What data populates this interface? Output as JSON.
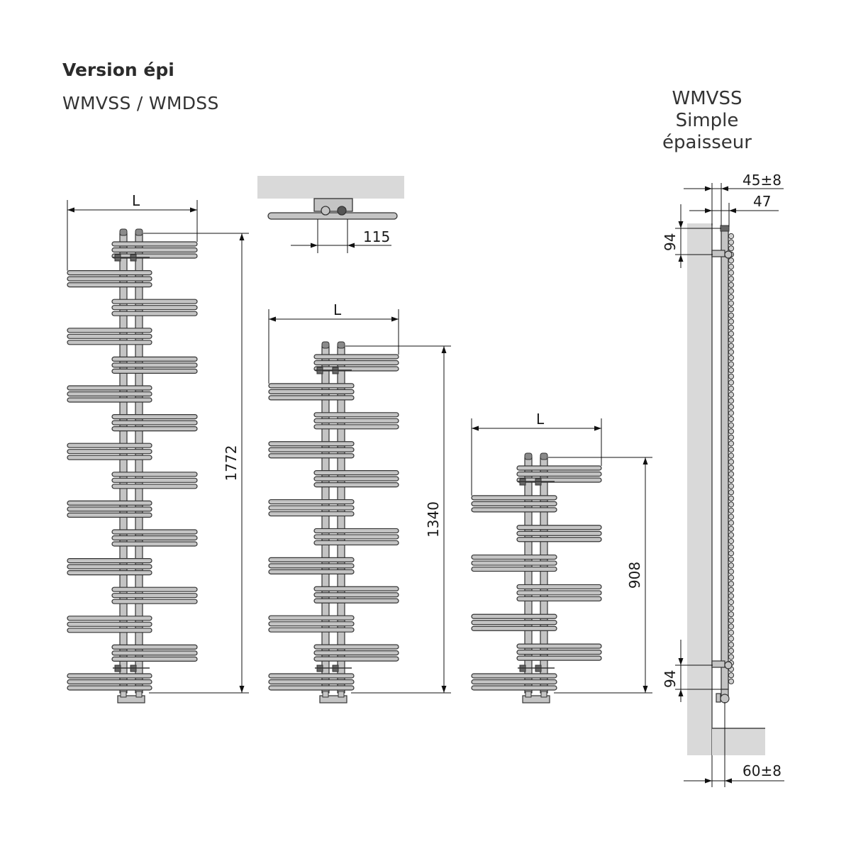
{
  "header": {
    "title": "Version épi",
    "subtitle": "WMVSS / WMDSS"
  },
  "side_view": {
    "caption_line1": "WMVSS",
    "caption_line2": "Simple",
    "caption_line3": "épaisseur",
    "dim_depth_top": "45±8",
    "dim_depth_bracket": "47",
    "dim_top_offset": "94",
    "dim_bottom_offset": "94",
    "dim_floor_depth": "60±8"
  },
  "top_view": {
    "dim_pipe_spacing": "115"
  },
  "radiators": [
    {
      "width_label": "L",
      "height_label": "1772"
    },
    {
      "width_label": "L",
      "height_label": "1340"
    },
    {
      "width_label": "L",
      "height_label": "908"
    }
  ],
  "colors": {
    "wall": "#d9d9d9",
    "metal": "#c4c4c4",
    "outline": "#333333"
  }
}
